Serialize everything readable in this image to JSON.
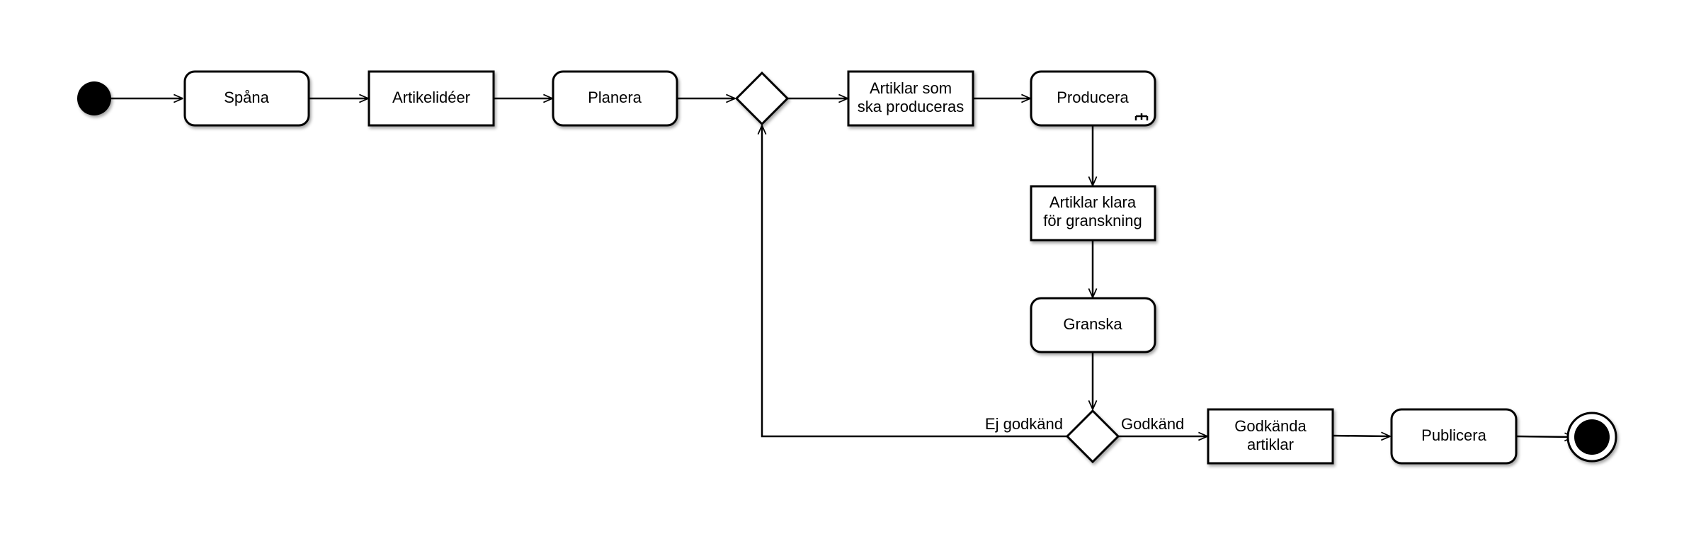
{
  "nodes": {
    "spana": "Spåna",
    "artikelideer": "Artikelidéer",
    "planera": "Planera",
    "artiklar_som_ska_produceras": [
      "Artiklar som",
      "ska produceras"
    ],
    "producera": "Producera",
    "artiklar_klara": [
      "Artiklar klara",
      "för granskning"
    ],
    "granska": "Granska",
    "godkanda_artiklar": [
      "Godkända",
      "artiklar"
    ],
    "publicera": "Publicera"
  },
  "edge_labels": {
    "ej_godkand": "Ej godkänd",
    "godkand": "Godkänd"
  }
}
